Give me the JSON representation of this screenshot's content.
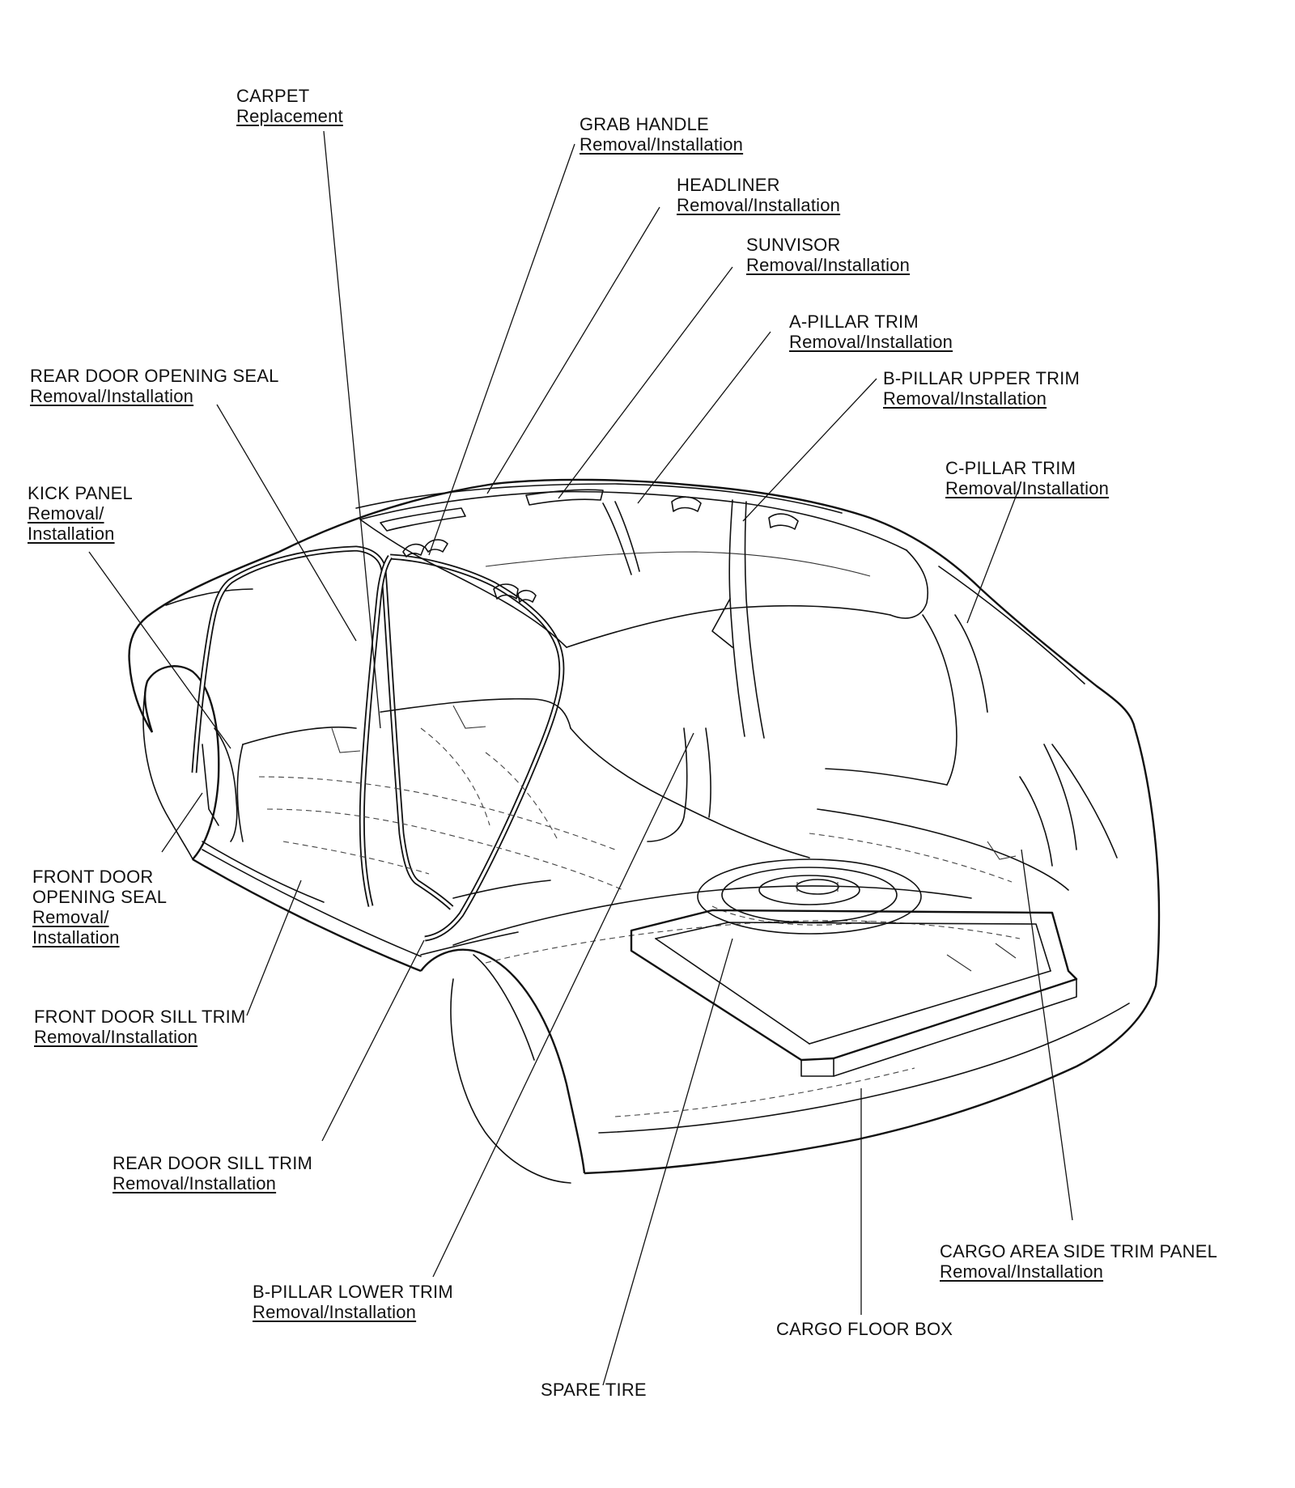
{
  "labels": {
    "carpet": {
      "title": "CARPET",
      "subtitle": "Replacement"
    },
    "grab_handle": {
      "title": "GRAB HANDLE",
      "subtitle": "Removal/Installation"
    },
    "headliner": {
      "title": "HEADLINER",
      "subtitle": "Removal/Installation"
    },
    "sunvisor": {
      "title": "SUNVISOR",
      "subtitle": "Removal/Installation"
    },
    "a_pillar_trim": {
      "title": "A-PILLAR TRIM",
      "subtitle": "Removal/Installation"
    },
    "b_pillar_upper_trim": {
      "title": "B-PILLAR UPPER TRIM",
      "subtitle": "Removal/Installation"
    },
    "c_pillar_trim": {
      "title": "C-PILLAR TRIM",
      "subtitle": "Removal/Installation"
    },
    "rear_door_opening_seal": {
      "title": "REAR DOOR OPENING SEAL",
      "subtitle": "Removal/Installation"
    },
    "kick_panel": {
      "title": "KICK PANEL",
      "subtitle_line1": "Removal/",
      "subtitle_line2": "Installation"
    },
    "front_door_opening_seal": {
      "title_line1": "FRONT DOOR",
      "title_line2": "OPENING SEAL",
      "subtitle_line1": "Removal/",
      "subtitle_line2": "Installation"
    },
    "front_door_sill_trim": {
      "title": "FRONT DOOR SILL TRIM",
      "subtitle": "Removal/Installation"
    },
    "rear_door_sill_trim": {
      "title": "REAR DOOR SILL TRIM",
      "subtitle": "Removal/Installation"
    },
    "b_pillar_lower_trim": {
      "title": "B-PILLAR LOWER TRIM",
      "subtitle": "Removal/Installation"
    },
    "spare_tire": {
      "title": "SPARE TIRE"
    },
    "cargo_floor_box": {
      "title": "CARGO FLOOR BOX"
    },
    "cargo_area_side_trim_panel": {
      "title": "CARGO AREA SIDE TRIM PANEL",
      "subtitle": "Removal/Installation"
    }
  }
}
